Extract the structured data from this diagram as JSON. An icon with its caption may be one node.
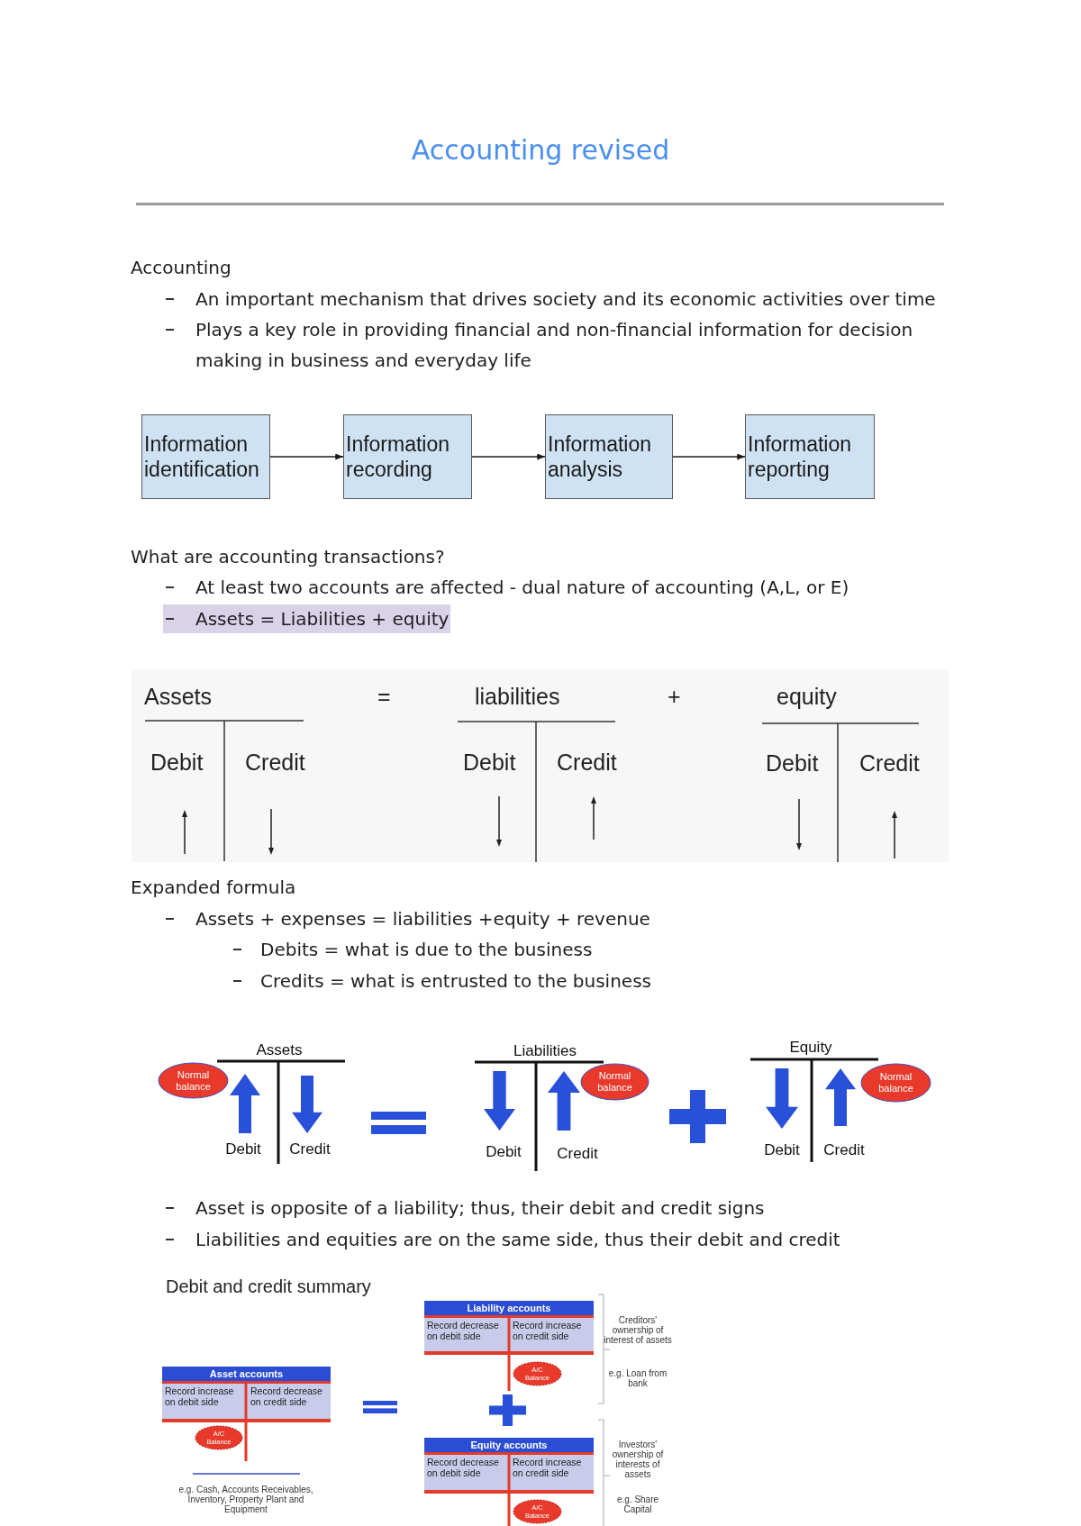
{
  "diagram": {
    "title": "Accounting revised",
    "nodes": [
      {
        "text": [
          "Information identification"
        ]
      },
      {
        "text": [
          "Information recording"
        ]
      },
      {
        "text": [
          "Information analysis"
        ]
      },
      {
        "text": [
          "Information reporting"
        ]
      },
      {
        "text": [
          "Normal balance"
        ]
      },
      {
        "text": [
          "Normal balance"
        ]
      },
      {
        "text": [
          "Normal balance"
        ]
      },
      {
        "text": [
          "Asset accounts",
          "Record increase on debit side",
          "Record decrease on credit side"
        ]
      },
      {
        "text": [
          "A/C Balance"
        ]
      },
      {
        "text": [
          "Liability accounts",
          "Record decrease on debit side",
          "Record increase on credit side"
        ]
      },
      {
        "text": [
          "A/C Balance"
        ]
      },
      {
        "text": [
          "Equity accounts",
          "Record decrease on debit side",
          "Record increase on credit side"
        ]
      },
      {
        "text": [
          "A/C Balance"
        ]
      }
    ],
    "edges": [
      {
        "from": 0,
        "to": 1,
        "arrow": "to"
      },
      {
        "from": 1,
        "to": 2,
        "arrow": "to"
      },
      {
        "from": 2,
        "to": 3,
        "arrow": "to"
      }
    ],
    "labels": [
      "Accounting",
      "An important mechanism that drives society and its economic activities over time",
      "Plays a key role in providing financial and non-financial information for decision making in business and everyday life",
      "What are accounting transactions?",
      "At least two accounts are affected - dual nature of accounting (A,L, or E)",
      "Assets = Liabilities + equity",
      "Assets",
      "=",
      "liabilities",
      "+",
      "equity",
      "Debit",
      "Credit",
      "Debit",
      "Credit",
      "Debit",
      "Credit",
      "Expanded formula",
      "Assets + expenses = liabilities +equity + revenue",
      "Debits = what is due to the business",
      "Credits = what is entrusted to the business",
      "Assets",
      "Liabilities",
      "Equity",
      "Debit",
      "Credit",
      "Debit",
      "Credit",
      "Debit",
      "Credit",
      "Asset is opposite of a liability; thus, their debit and credit signs",
      "Liabilities and equities are on the same side, thus their debit and credit",
      "Debit and credit summary",
      "Creditors' ownership of interest of assets",
      "e.g. Loan from bank",
      "Investors' ownership of interests of assets",
      "e.g. Share Capital",
      "e.g. Cash, Accounts Receivables, Inventory, Property Plant and Equipment"
    ]
  }
}
